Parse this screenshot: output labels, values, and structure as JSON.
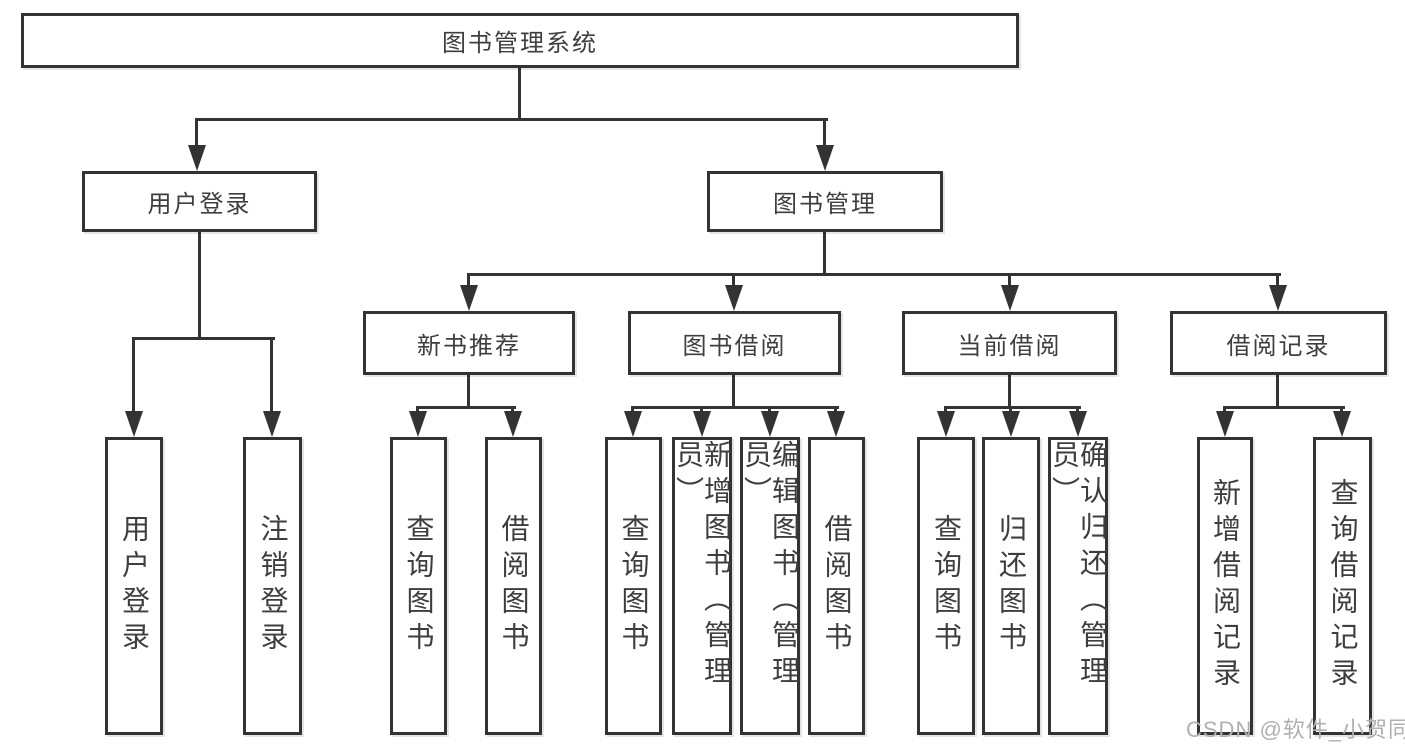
{
  "diagram": {
    "title": "图书管理系统",
    "level2": [
      {
        "label": "用户登录"
      },
      {
        "label": "图书管理"
      }
    ],
    "level3": [
      {
        "label": "新书推荐"
      },
      {
        "label": "图书借阅"
      },
      {
        "label": "当前借阅"
      },
      {
        "label": "借阅记录"
      }
    ],
    "leaves": [
      {
        "label": "用户登录"
      },
      {
        "label": "注销登录"
      },
      {
        "label": "查询图书"
      },
      {
        "label": "借阅图书"
      },
      {
        "label": "查询图书"
      },
      {
        "label": "新增图书（管理员）"
      },
      {
        "label": "编辑图书（管理员）"
      },
      {
        "label": "借阅图书"
      },
      {
        "label": "查询图书"
      },
      {
        "label": "归还图书"
      },
      {
        "label": "确认归还（管理员）"
      },
      {
        "label": "新增借阅记录"
      },
      {
        "label": "查询借阅记录"
      }
    ],
    "watermark": "CSDN @软件_小贺同学",
    "colors": {
      "line": "#333333",
      "text": "#3e3e3e",
      "watermark": "#b0b0b0",
      "background": "#ffffff"
    }
  }
}
